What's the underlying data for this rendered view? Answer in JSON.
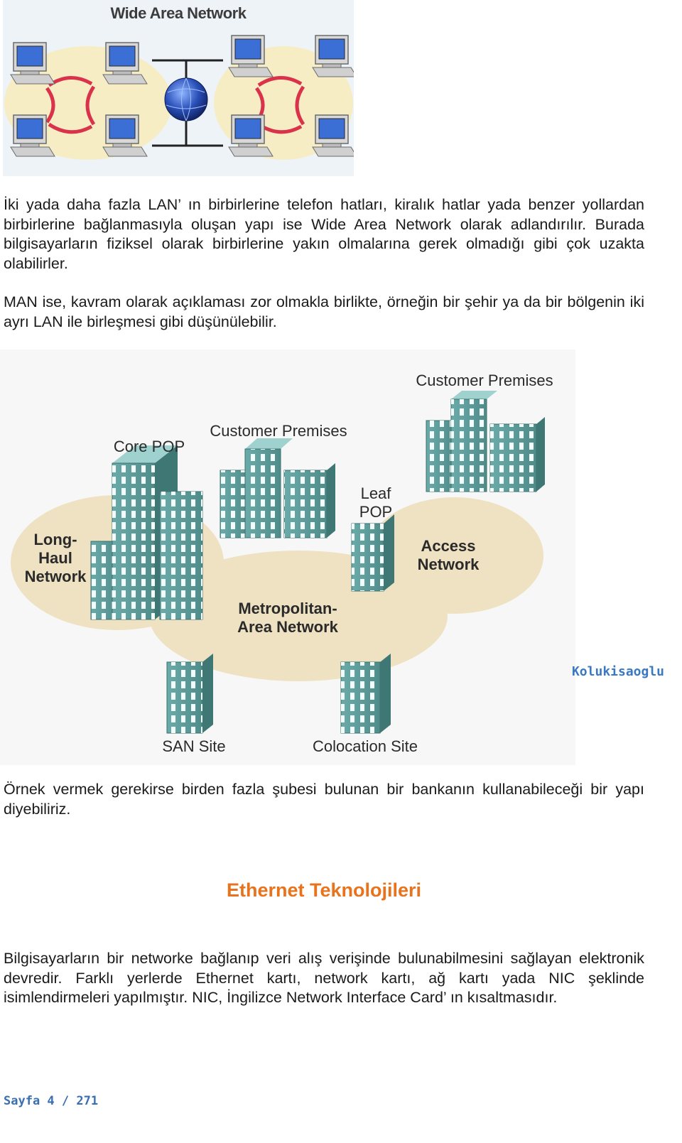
{
  "wan_figure": {
    "title": "Wide Area Network"
  },
  "paragraphs": {
    "p1": "İki yada daha fazla LAN’ ın birbirlerine telefon hatları, kiralık hatlar yada benzer yollardan birbirlerine bağlanmasıyla oluşan yapı ise Wide Area Network olarak adlandırılır. Burada bilgisayarların fiziksel olarak birbirlerine yakın olmalarına gerek olmadığı gibi çok uzakta olabilirler.",
    "p2": "MAN ise, kavram olarak açıklaması zor olmakla birlikte, örneğin bir şehir ya da bir bölgenin iki ayrı LAN ile birleşmesi gibi düşünülebilir.",
    "p3": "Örnek vermek gerekirse birden fazla şubesi bulunan bir bankanın kullanabileceği bir yapı diyebiliriz.",
    "p4": "Bilgisayarların bir networke bağlanıp veri alış verişinde bulunabilmesini sağlayan elektronik devredir. Farklı yerlerde Ethernet kartı, network kartı, ağ kartı yada NIC şeklinde isimlendirmeleri yapılmıştır. NIC, İngilizce Network Interface Card’ ın kısaltmasıdır."
  },
  "man_figure": {
    "customer_premises_top": "Customer Premises",
    "customer_premises_mid": "Customer Premises",
    "core_pop": "Core POP",
    "leaf_line1": "Leaf",
    "leaf_line2": "POP",
    "long_line1": "Long-",
    "long_line2": "Haul",
    "long_line3": "Network",
    "access_line1": "Access",
    "access_line2": "Network",
    "metro_line1": "Metropolitan-",
    "metro_line2": "Area Network",
    "san_site": "SAN Site",
    "colocation_site": "Colocation Site",
    "watermark": "Kolukisaoglu"
  },
  "section_heading": "Ethernet Teknolojileri",
  "footer": "Sayfa 4 / 271",
  "colors": {
    "heading": "#e8731c",
    "footer": "#3a6fb0",
    "building": "#5b9c9a",
    "bubble": "#efe2c2"
  }
}
